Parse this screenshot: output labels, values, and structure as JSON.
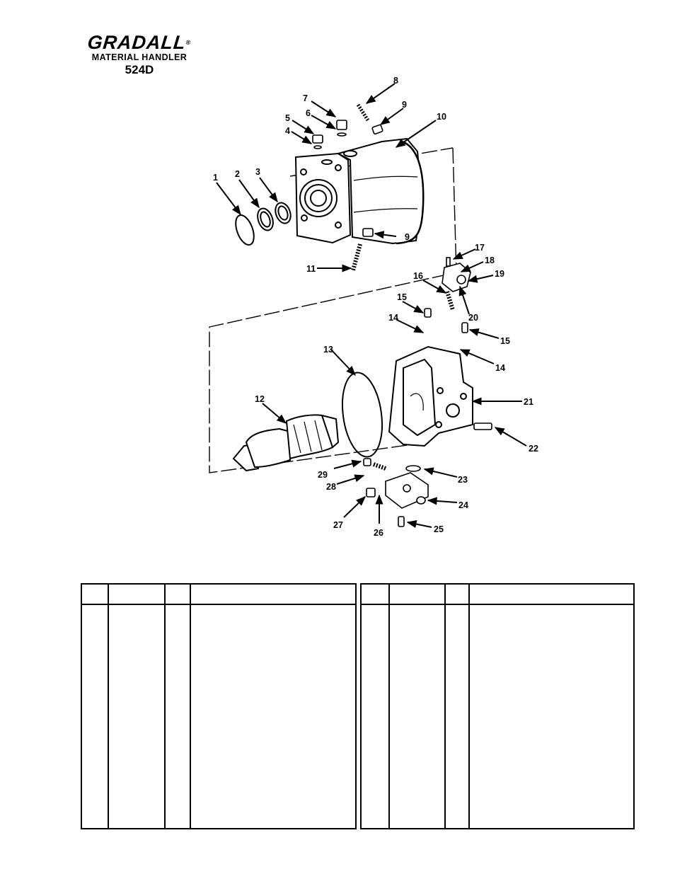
{
  "header": {
    "brand": "GRADALL",
    "registered": "®",
    "line1": "MATERIAL HANDLER",
    "model": "524D"
  },
  "diagram": {
    "callouts": [
      "1",
      "2",
      "3",
      "4",
      "5",
      "6",
      "7",
      "8",
      "9",
      "10",
      "9",
      "11",
      "17",
      "18",
      "19",
      "16",
      "20",
      "15",
      "14",
      "15",
      "14",
      "13",
      "21",
      "12",
      "22",
      "23",
      "29",
      "28",
      "24",
      "27",
      "26",
      "25"
    ]
  },
  "parts_table_left": {
    "columns": [
      "",
      "",
      "",
      ""
    ],
    "rows": []
  },
  "parts_table_right": {
    "columns": [
      "",
      "",
      "",
      ""
    ],
    "rows": []
  }
}
